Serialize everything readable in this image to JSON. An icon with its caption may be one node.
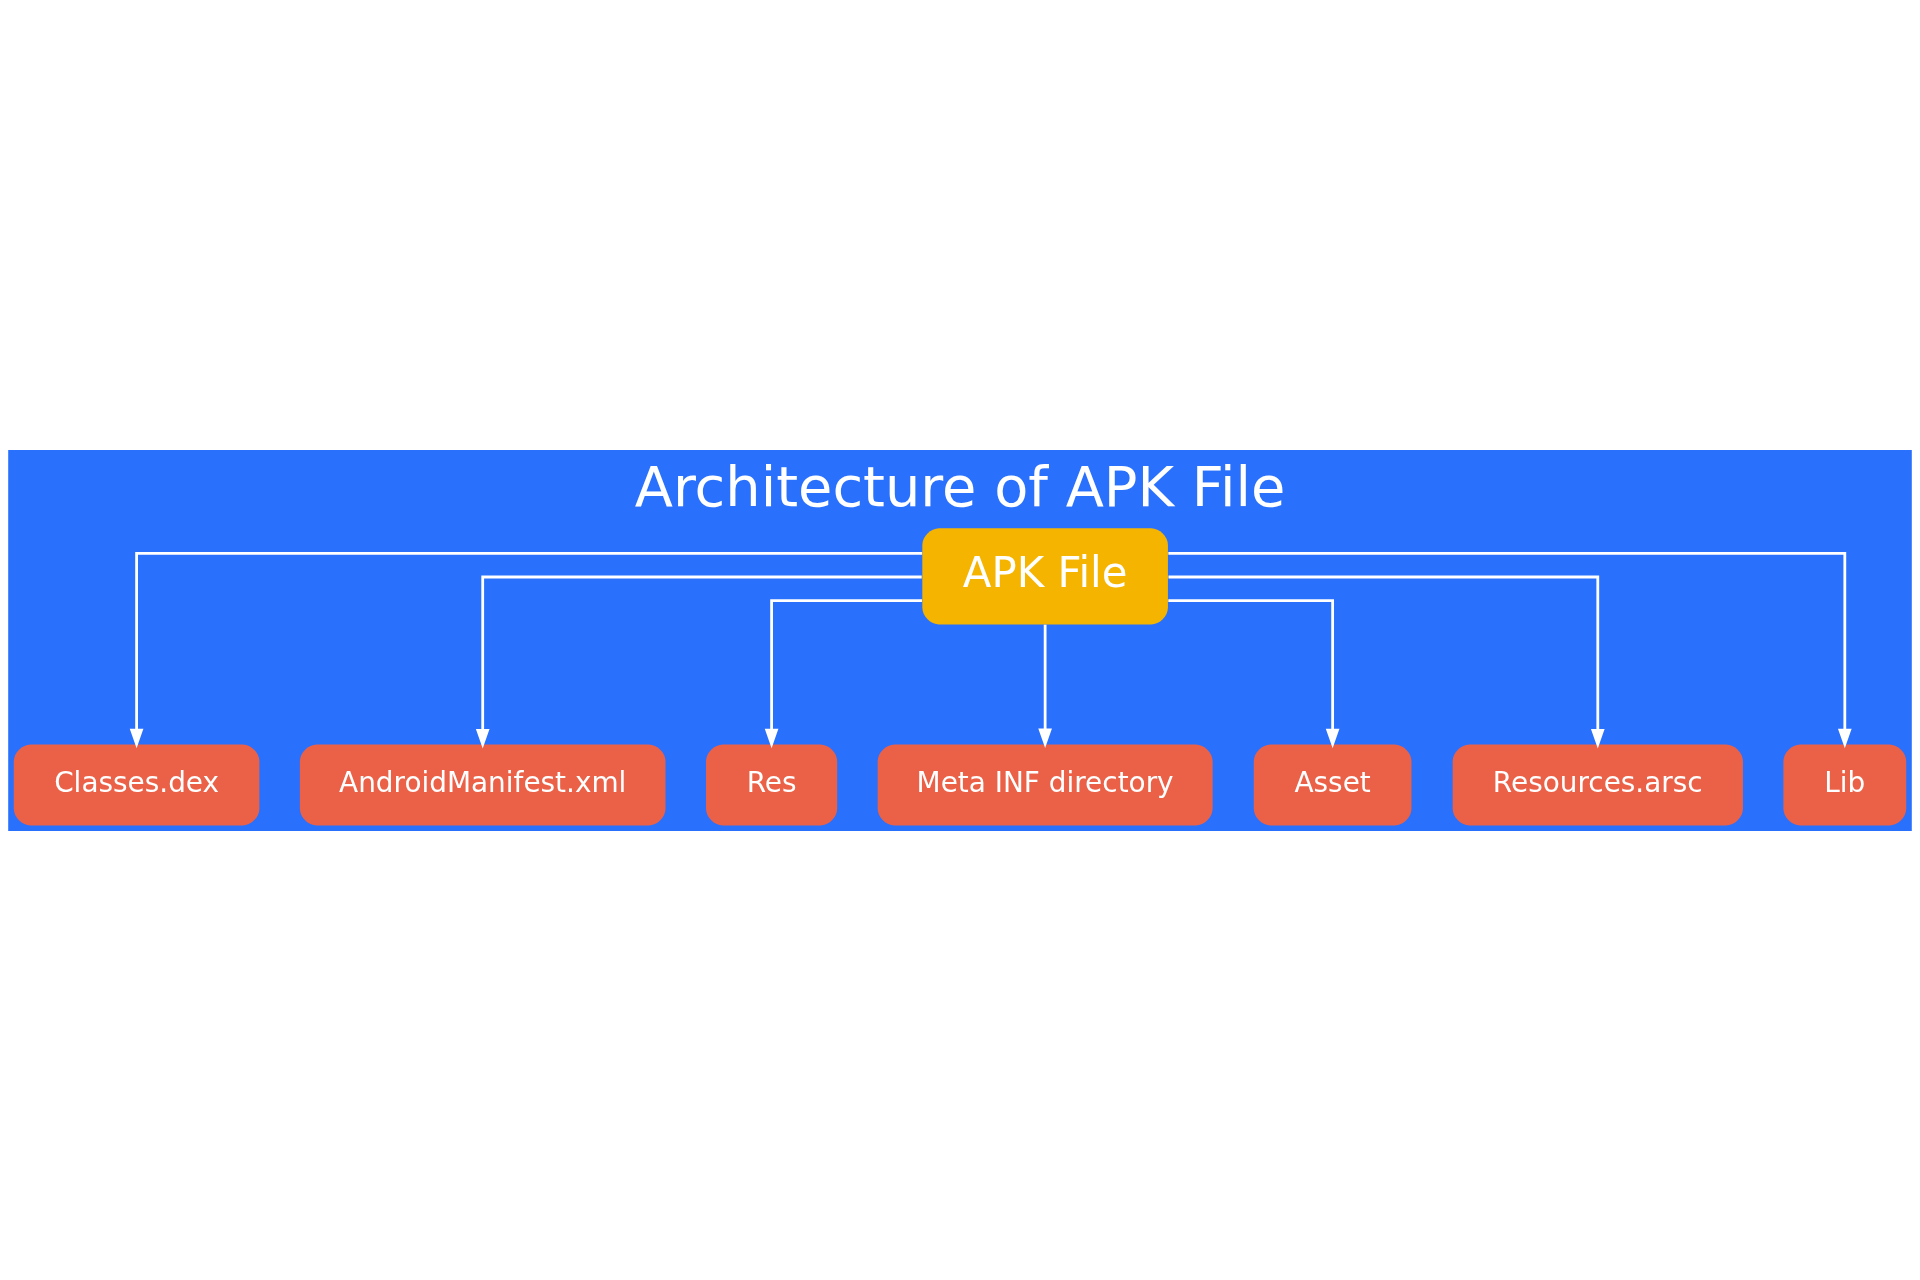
{
  "diagram": {
    "title": "Architecture of APK File",
    "nodes": [
      {
        "text": [
          "APK File"
        ]
      },
      {
        "text": [
          "Classes.dex"
        ]
      },
      {
        "text": [
          "AndroidManifest.xml"
        ]
      },
      {
        "text": [
          "Res"
        ]
      },
      {
        "text": [
          "Meta INF directory"
        ]
      },
      {
        "text": [
          "Asset"
        ]
      },
      {
        "text": [
          "Resources.arsc"
        ]
      },
      {
        "text": [
          "Lib"
        ]
      }
    ],
    "edges": [
      {
        "from": 0,
        "to": 1,
        "arrow": "to"
      },
      {
        "from": 0,
        "to": 2,
        "arrow": "to"
      },
      {
        "from": 0,
        "to": 3,
        "arrow": "to"
      },
      {
        "from": 0,
        "to": 4,
        "arrow": "to"
      },
      {
        "from": 0,
        "to": 5,
        "arrow": "to"
      },
      {
        "from": 0,
        "to": 6,
        "arrow": "to"
      },
      {
        "from": 0,
        "to": 7,
        "arrow": "to"
      }
    ]
  }
}
